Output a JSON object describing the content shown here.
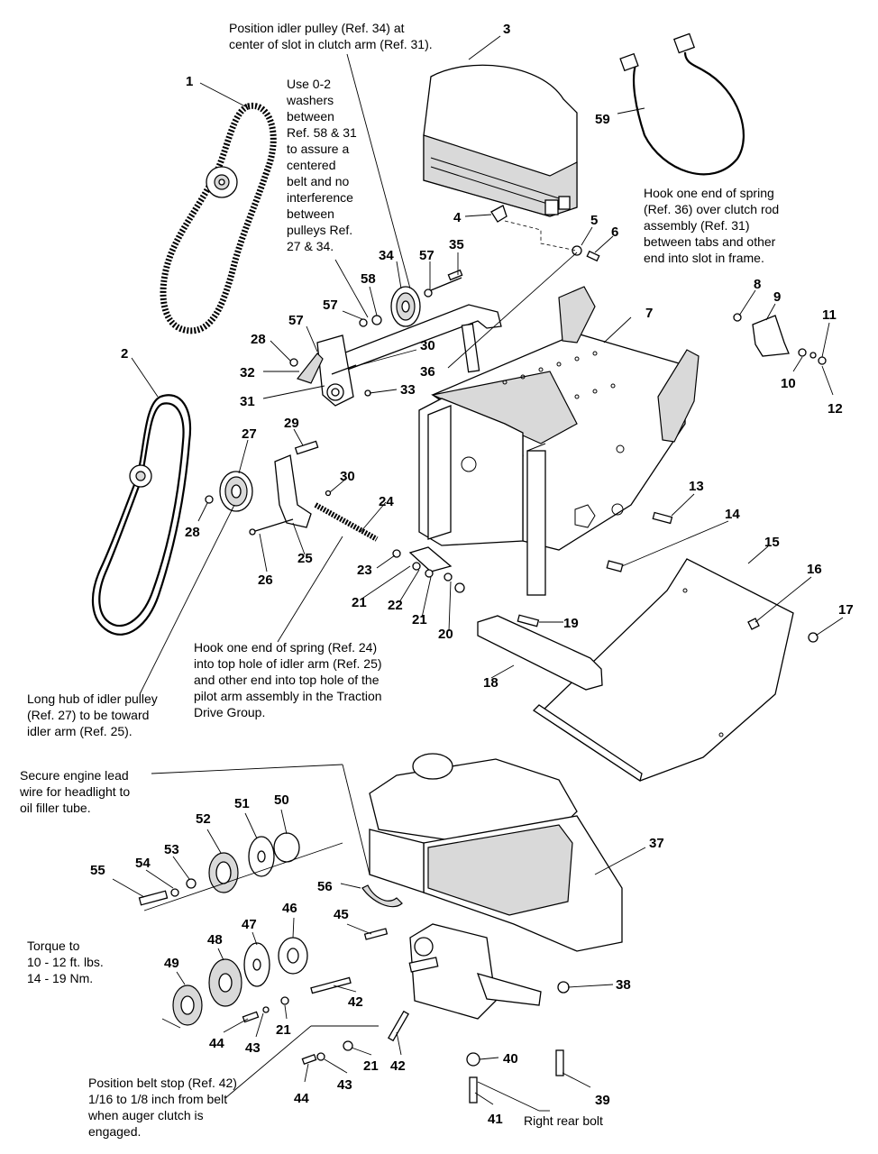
{
  "notes": {
    "idler_position": "Position idler pulley (Ref. 34) at\ncenter of slot in clutch arm (Ref. 31).",
    "washers": "Use 0-2\nwashers\nbetween\nRef. 58 & 31\nto assure a\ncentered\nbelt and no\ninterference\nbetween\npulleys Ref.\n27 & 34.",
    "hook_spring_36": "Hook one end of spring\n(Ref. 36) over clutch rod\nassembly (Ref. 31)\nbetween tabs and other\nend into slot in frame.",
    "hook_spring_24": "Hook one end of spring (Ref. 24)\ninto top hole of idler arm (Ref. 25)\nand other end into top hole of the\npilot arm assembly in the Traction\nDrive Group.",
    "long_hub": "Long hub of idler pulley\n(Ref. 27) to be toward\nidler arm (Ref. 25).",
    "engine_lead": "Secure engine lead\nwire for headlight to\noil filler tube.",
    "torque": "Torque to\n10 - 12 ft. lbs.\n14 - 19 Nm.",
    "belt_stop": "Position belt stop (Ref. 42)\n1/16 to 1/8 inch from belt\nwhen auger clutch is\nengaged.",
    "right_rear_bolt": "Right rear bolt"
  },
  "callouts": [
    "1",
    "2",
    "3",
    "4",
    "5",
    "6",
    "7",
    "8",
    "9",
    "10",
    "11",
    "12",
    "13",
    "14",
    "15",
    "16",
    "17",
    "18",
    "19",
    "20",
    "21",
    "22",
    "21",
    "23",
    "24",
    "25",
    "26",
    "27",
    "28",
    "29",
    "30",
    "31",
    "32",
    "28",
    "57",
    "30",
    "36",
    "33",
    "34",
    "58",
    "57",
    "35",
    "37",
    "38",
    "39",
    "40",
    "41",
    "42",
    "42",
    "21",
    "21",
    "43",
    "43",
    "44",
    "44",
    "45",
    "46",
    "47",
    "48",
    "49",
    "50",
    "51",
    "52",
    "53",
    "54",
    "55",
    "56",
    "59"
  ]
}
